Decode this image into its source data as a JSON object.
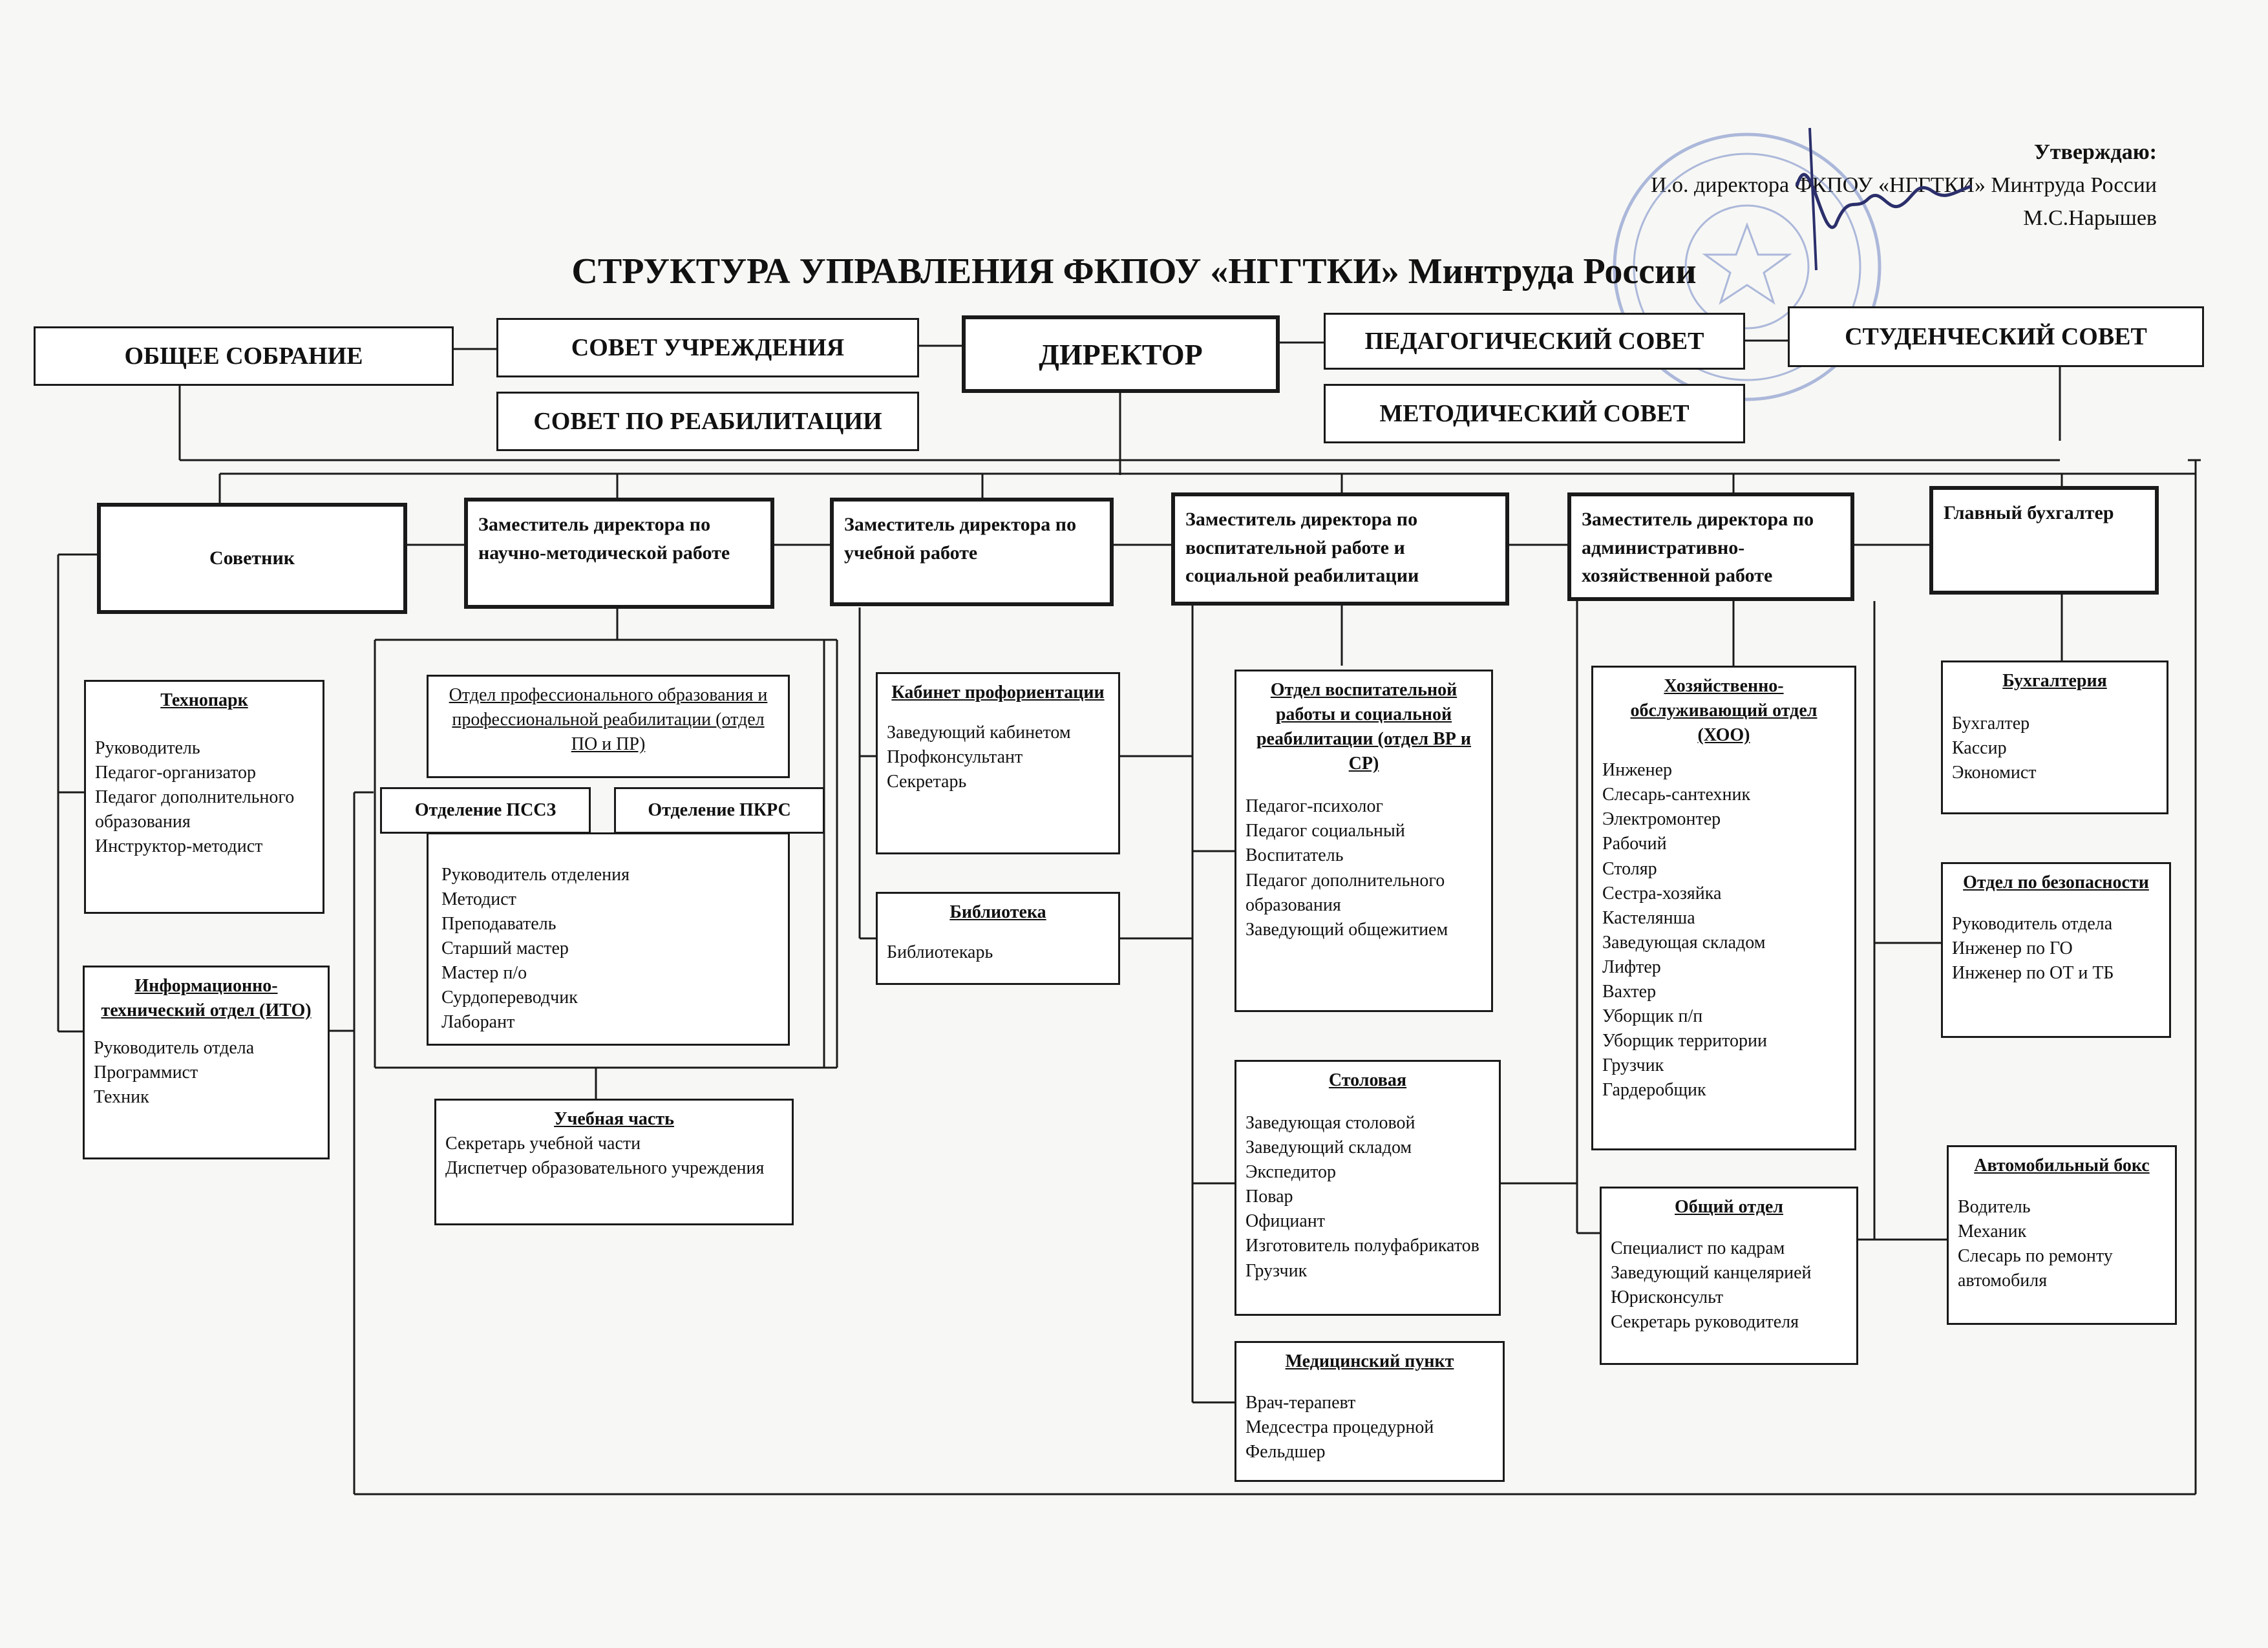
{
  "approval": {
    "title": "Утверждаю:",
    "position": "И.о. директора ФКПОУ «НГГТКИ» Минтруда России",
    "name": "М.С.Нарышев"
  },
  "main_title": "СТРУКТУРА УПРАВЛЕНИЯ ФКПОУ «НГГТКИ» Минтруда России",
  "top_level": {
    "general_meeting": "ОБЩЕЕ СОБРАНИЕ",
    "institution_council": "СОВЕТ УЧРЕЖДЕНИЯ",
    "rehab_council": "СОВЕТ ПО РЕАБИЛИТАЦИИ",
    "director": "ДИРЕКТОР",
    "pedagogical_council": "ПЕДАГОГИЧЕСКИЙ СОВЕТ",
    "student_council": "СТУДЕНЧЕСКИЙ СОВЕТ",
    "methodical_council": "МЕТОДИЧЕСКИЙ СОВЕТ"
  },
  "second_level": {
    "advisor": "Советник",
    "deputy_science": "Заместитель директора по научно-методической работе",
    "deputy_education": "Заместитель директора по учебной работе",
    "deputy_upbringing": "Заместитель директора по воспитательной работе и социальной реабилитации",
    "deputy_admin": "Заместитель директора по административно-хозяйственной работе",
    "chief_accountant": "Главный бухгалтер"
  },
  "departments": {
    "technopark": {
      "title": "Технопарк",
      "items": [
        "Руководитель",
        "Педагог-организатор",
        "Педагог дополнительного образования",
        "Инструктор-методист"
      ]
    },
    "ito": {
      "title": "Информационно-технический отдел (ИТО)",
      "items": [
        "Руководитель отдела",
        "Программист",
        "Техник"
      ]
    },
    "po_pr": {
      "title": "Отдел профессионального образования и профессиональной реабилитации (отдел ПО и ПР)"
    },
    "pssz": {
      "title": "Отделение ПССЗ"
    },
    "pkrs": {
      "title": "Отделение ПКРС"
    },
    "divisions_staff": {
      "items": [
        "Руководитель отделения",
        "Методист",
        "Преподаватель",
        "Старший мастер",
        "Мастер п/о",
        "Сурдопереводчик",
        "Лаборант"
      ]
    },
    "study_part": {
      "title": "Учебная часть",
      "items": [
        "Секретарь учебной части",
        "Диспетчер образовательного учреждения"
      ]
    },
    "career_office": {
      "title": "Кабинет профориентации",
      "items": [
        "Заведующий кабинетом",
        "Профконсультант",
        "Секретарь"
      ]
    },
    "library": {
      "title": "Библиотека",
      "items": [
        "Библиотекарь"
      ]
    },
    "vr_sr": {
      "title": "Отдел воспитательной работы и социальной реабилитации (отдел ВР и СР)",
      "items": [
        "Педагог-психолог",
        "Педагог социальный",
        "Воспитатель",
        "Педагог дополнительного образования",
        "Заведующий общежитием"
      ]
    },
    "canteen": {
      "title": "Столовая",
      "items": [
        "Заведующая столовой",
        "Заведующий складом",
        "Экспедитор",
        "Повар",
        "Официант",
        "Изготовитель полуфабрикатов",
        "Грузчик"
      ]
    },
    "medical": {
      "title": "Медицинский пункт",
      "items": [
        "Врач-терапевт",
        "Медсестра процедурной",
        "Фельдшер"
      ]
    },
    "hoo": {
      "title": "Хозяйственно-обслуживающий отдел (ХОО)",
      "items": [
        "Инженер",
        "Слесарь-сантехник",
        "Электромонтер",
        "Рабочий",
        "Столяр",
        "Сестра-хозяйка",
        "Кастелянша",
        "Заведующая складом",
        "Лифтер",
        "Вахтер",
        "Уборщик п/п",
        "Уборщик территории",
        "Грузчик",
        "Гардеробщик"
      ]
    },
    "general": {
      "title": "Общий отдел",
      "items": [
        "Специалист по кадрам",
        "Заведующий канцелярией",
        "Юрисконсульт",
        "Секретарь руководителя"
      ]
    },
    "accounting": {
      "title": "Бухгалтерия",
      "items": [
        "Бухгалтер",
        "Кассир",
        "Экономист"
      ]
    },
    "security": {
      "title": "Отдел по безопасности",
      "items": [
        "Руководитель отдела",
        "Инженер по ГО",
        "Инженер по ОТ и ТБ"
      ]
    },
    "garage": {
      "title": "Автомобильный бокс",
      "items": [
        "Водитель",
        "Механик",
        "Слесарь по ремонту автомобиля"
      ]
    }
  },
  "colors": {
    "line": "#1a1a1a",
    "stamp": "#6f86c4",
    "signature": "#2b2f6b",
    "paper": "#f7f7f5"
  }
}
